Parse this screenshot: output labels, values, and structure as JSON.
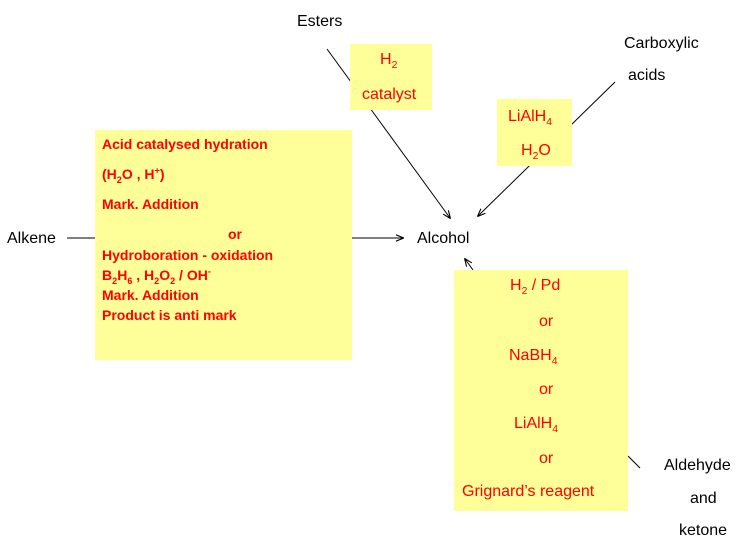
{
  "labels": {
    "esters": "Esters",
    "carboxylic_1": "Carboxylic",
    "carboxylic_2": "acids",
    "alkene": "Alkene",
    "alcohol": "Alcohol",
    "aldehyde_1": "Aldehyde",
    "aldehyde_2": "and",
    "aldehyde_3": "ketone"
  },
  "ester_box": {
    "h": "H",
    "h_sub": "2",
    "catalyst": "catalyst"
  },
  "acid_box": {
    "lialh": "LiAlH",
    "lialh_sub": "4",
    "h": "H",
    "h_sub": "2",
    "o": "O"
  },
  "alkene_box": {
    "l1": "Acid catalysed hydration",
    "l2_a": "(H",
    "l2_sub": "2",
    "l2_b": "O , H",
    "l2_sup": "+",
    "l2_c": ")",
    "l3": "Mark. Addition",
    "l4": "or",
    "l5": "Hydroboration - oxidation",
    "l6_a": "B",
    "l6_s1": "2",
    "l6_b": "H",
    "l6_s2": "6",
    "l6_c": " , H",
    "l6_s3": "2",
    "l6_d": "O",
    "l6_s4": "2",
    "l6_e": " / OH",
    "l6_sup": "-",
    "l7": "Mark. Addition",
    "l8": "Product is anti mark"
  },
  "carbonyl_box": {
    "r1_a": "H",
    "r1_sub": "2",
    "r1_b": " / Pd",
    "r2": "or",
    "r3_a": "NaBH",
    "r3_sub": "4",
    "r4": "or",
    "r5_a": "LiAlH",
    "r5_sub": "4",
    "r6": "or",
    "r7": "Grignard’s reagent"
  },
  "colors": {
    "box": "#ffff99",
    "reagent": "#ff0000",
    "text": "#000000"
  }
}
